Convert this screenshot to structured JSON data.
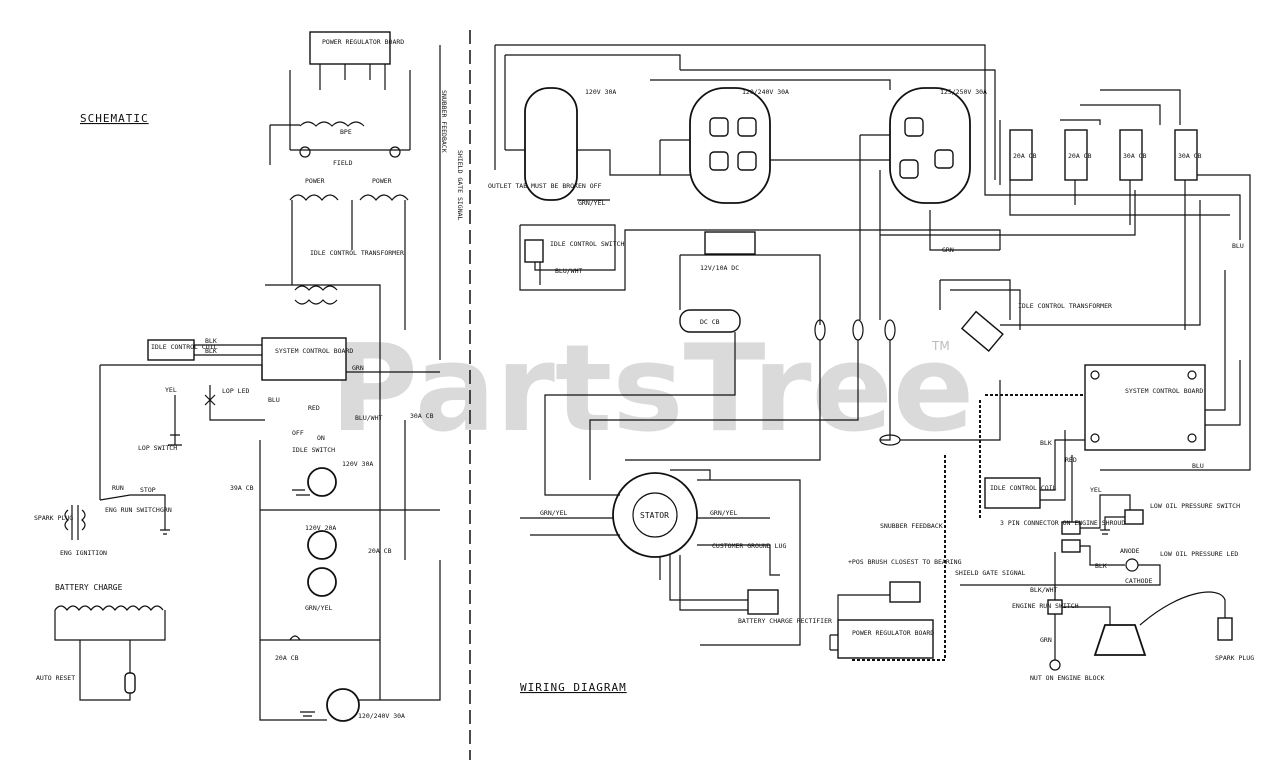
{
  "titles": {
    "schematic": "SCHEMATIC",
    "wiring": "WIRING DIAGRAM"
  },
  "watermark": {
    "text": "PartsTree",
    "tm": "TM"
  },
  "schematic": {
    "power_regulator_board": "POWER REGULATOR BOARD",
    "bpe": "BPE",
    "field": "FIELD",
    "power": "POWER",
    "idle_control_transformer": "IDLE CONTROL TRANSFORMER",
    "system_control_board": "SYSTEM CONTROL BOARD",
    "idle_control_coil": "IDLE CONTROL COIL",
    "blk": "BLK",
    "grn": "GRN",
    "blu": "BLU",
    "red": "RED",
    "yel": "YEL",
    "blu_wht": "BLU/WHT",
    "lop_led": "LOP LED",
    "lop_switch": "LOP SWITCH",
    "off": "OFF",
    "on": "ON",
    "idle_switch": "IDLE SWITCH",
    "breaker_30a": "30A CB",
    "breaker_39a": "39A CB",
    "breaker_20a": "20A CB",
    "breaker_20a_b": "20A CB",
    "r120v_30a": "120V 30A",
    "r120v_20a": "120V 20A",
    "r120_240_30a": "120/240V 30A",
    "grn_yel": "GRN/YEL",
    "run": "RUN",
    "stop": "STOP",
    "eng_run_switch": "ENG RUN SWITCH",
    "spark_plug": "SPARK PLUG",
    "eng_ignition": "ENG IGNITION",
    "battery_charge": "BATTERY CHARGE",
    "auto_reset": "AUTO RESET",
    "snubber_feedback": "SNUBBER FEEDBACK",
    "shield_gate_signal": "SHIELD GATE SIGNAL"
  },
  "wiring": {
    "r120v_30a": "120V 30A",
    "r120_240_30a": "120/240V 30A",
    "r125_250_30a": "125/250V 30A",
    "outlet_tab": "OUTLET TAB MUST BE BROKEN OFF",
    "grn_yel": "GRN/YEL",
    "idle_control_switch": "IDLE CONTROL SWITCH",
    "blu_wht": "BLU/WHT",
    "r12v_10a_dc": "12V/10A DC",
    "dc_cb": "DC CB",
    "cb_20a": "20A CB",
    "cb_30a": "30A CB",
    "cb_20a_b": "20A CB",
    "cb_30a_b": "30A CB",
    "grn": "GRN",
    "blu": "BLU",
    "idle_control_transformer": "IDLE CONTROL TRANSFORMER",
    "system_control_board": "SYSTEM CONTROL BOARD",
    "stator": "STATOR",
    "customer_ground_lug": "CUSTOMER GROUND LUG",
    "battery_charge_rectifier": "BATTERY CHARGE RECTIFIER",
    "pos_brush": "+POS BRUSH CLOSEST TO BEARING",
    "power_regulator_board": "POWER REGULATOR BOARD",
    "snubber_feedback": "SNUBBER FEEDBACK",
    "shield_gate_signal": "SHIELD GATE SIGNAL",
    "idle_control_coil": "IDLE CONTROL COIL",
    "three_pin_connector": "3 PIN CONNECTOR ON ENGINE SHROUD",
    "low_oil_pressure_switch": "LOW OIL PRESSURE SWITCH",
    "low_oil_pressure_led": "LOW OIL PRESSURE LED",
    "anode": "ANODE",
    "cathode": "CATHODE",
    "blk": "BLK",
    "red": "RED",
    "yel": "YEL",
    "blk_wht": "BLK/WHT",
    "engine_run_switch": "ENGINE RUN SWITCH",
    "nut_on_engine_block": "NUT ON ENGINE BLOCK",
    "spark_plug": "SPARK PLUG"
  }
}
